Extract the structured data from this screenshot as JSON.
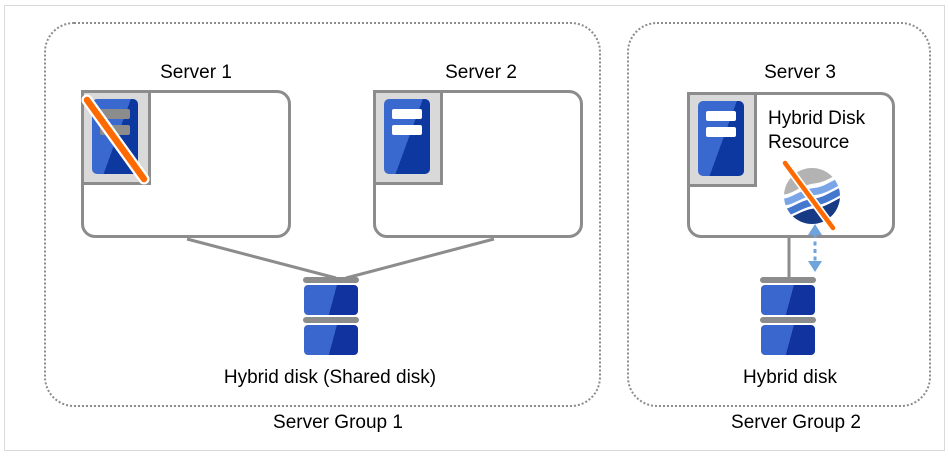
{
  "diagram": {
    "group1": {
      "label": "Server Group 1",
      "server1_name": "Server 1",
      "server2_name": "Server 2",
      "disk_label": "Hybrid disk (Shared disk)",
      "server1_status": "failed",
      "server2_status": "normal"
    },
    "group2": {
      "label": "Server Group 2",
      "server3_name": "Server 3",
      "server3_status": "normal",
      "resource_label": "Hybrid Disk Resource",
      "disk_label": "Hybrid disk"
    },
    "icons": {
      "server": "server-icon",
      "failed_server": "failed-server-icon",
      "failure_slash": "failure-slash-icon",
      "hybrid_disk": "hybrid-disk-icon",
      "hybrid_disk_resource_globe": "hybrid-disk-resource-globe-icon",
      "sync_arrow": "sync-arrow-icon"
    },
    "colors": {
      "line_gray": "#8c8c8c",
      "icon_box_fill": "#d9d9d9",
      "server_blue_light": "#3968cf",
      "server_blue_dark": "#0c38a0",
      "disk_blue_light": "#3a67cd",
      "disk_blue_dark": "#1133a0",
      "slash_orange": "#ff6a00",
      "arrow_blue": "#6fa3dc",
      "globe_gray": "#b3b3b3",
      "globe_blue_light": "#7aa6e8",
      "globe_blue_mid": "#4478cf",
      "globe_navy": "#173a85",
      "frame_gray": "#d9d9d9"
    }
  }
}
